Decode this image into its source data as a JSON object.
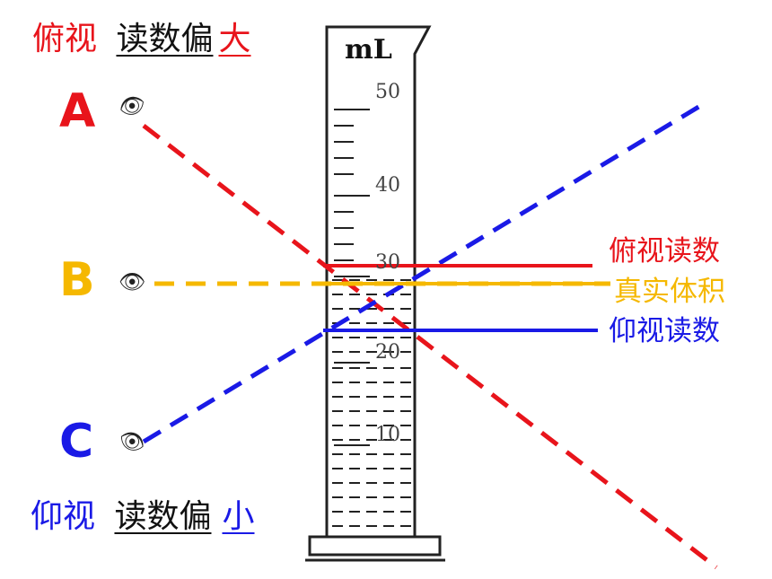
{
  "top_label": {
    "view": "俯视",
    "phrase": "读数偏",
    "answer": "大"
  },
  "bottom_label": {
    "view": "仰视",
    "phrase": "读数偏",
    "answer": "小"
  },
  "viewpoints": {
    "a": "A",
    "b": "B",
    "c": "C"
  },
  "cylinder": {
    "unit": "mL",
    "ticks": [
      "50",
      "40",
      "30",
      "20",
      "10"
    ]
  },
  "readings": {
    "top": "俯视读数",
    "true": "真实体积",
    "bottom": "仰视读数"
  },
  "colors": {
    "red": "#e8141b",
    "blue": "#1a1ae6",
    "gold": "#f5b800",
    "black": "#111111"
  },
  "icons": {
    "eye": "eye-icon"
  }
}
